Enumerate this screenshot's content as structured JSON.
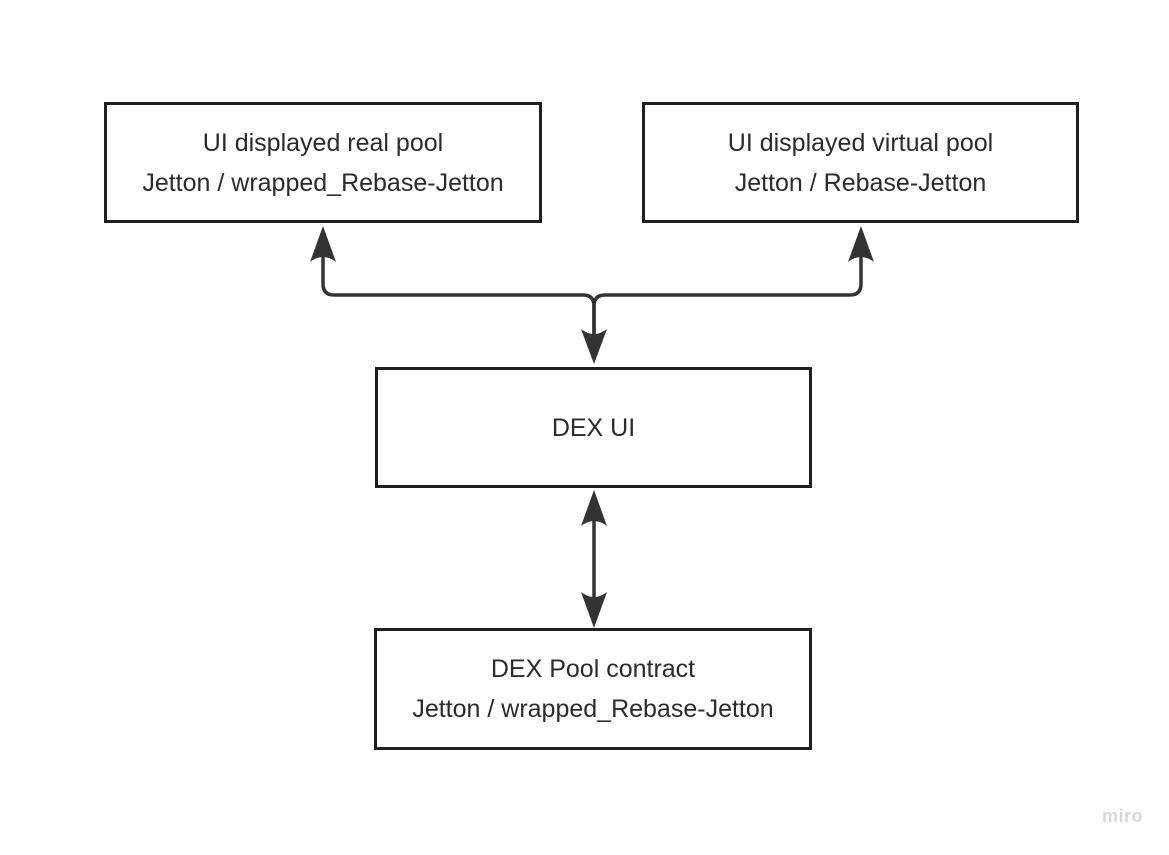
{
  "nodes": {
    "real_pool": {
      "line1": "UI displayed real pool",
      "line2": "Jetton / wrapped_Rebase-Jetton"
    },
    "virtual_pool": {
      "line1": "UI displayed virtual pool",
      "line2": "Jetton / Rebase-Jetton"
    },
    "dex_ui": {
      "line1": "DEX UI"
    },
    "dex_pool_contract": {
      "line1": "DEX Pool contract",
      "line2": "Jetton / wrapped_Rebase-Jetton"
    }
  },
  "connectors": [
    {
      "from": "dex_ui",
      "to": "real_pool",
      "arrow_at": "both-merged-branch",
      "shape": "elbow-up-left"
    },
    {
      "from": "dex_ui",
      "to": "virtual_pool",
      "arrow_at": "both-merged-branch",
      "shape": "elbow-up-right"
    },
    {
      "from": "dex_ui",
      "to": "dex_pool_contract",
      "arrow_at": "both",
      "shape": "straight-vertical"
    }
  ],
  "watermark": {
    "label": "miro"
  },
  "colors": {
    "background": "#ffffff",
    "connector": "#333333",
    "box_border": "#1f1f1f",
    "box_fill": "#ffffff",
    "text": "#2b2b2b",
    "watermark": "#d5d6e3"
  }
}
